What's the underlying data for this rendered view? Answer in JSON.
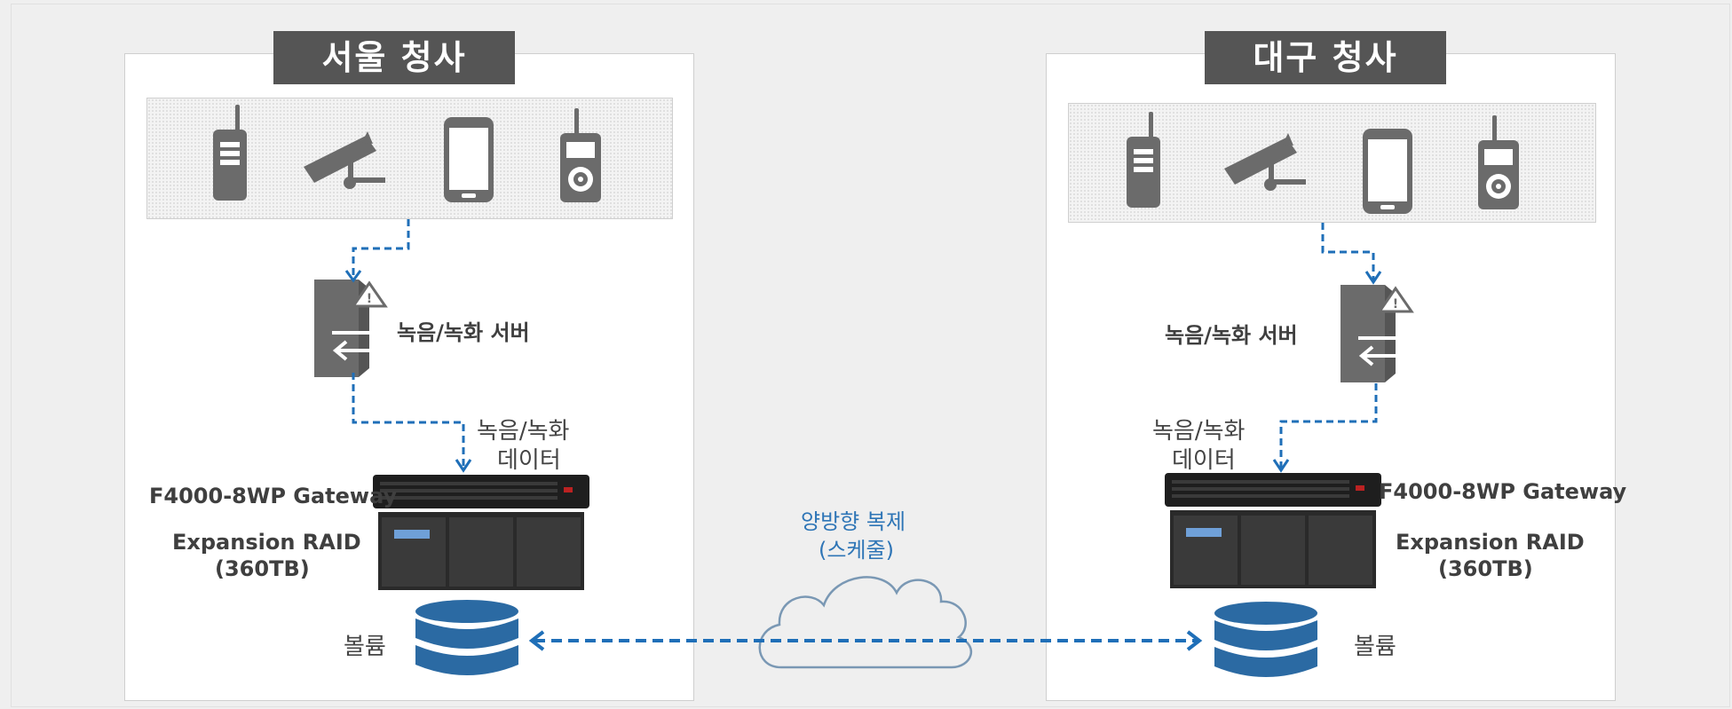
{
  "left_site": {
    "title": "서울 청사",
    "server_label": "녹음/녹화 서버",
    "data_label": [
      "녹음/녹화",
      "데이터"
    ],
    "gateway_label": "F4000-8WP  Gateway",
    "raid_label": [
      "Expansion RAID",
      "(360TB)"
    ],
    "volume_label": "볼륨"
  },
  "right_site": {
    "title": "대구 청사",
    "server_label": "녹음/녹화 서버",
    "data_label": [
      "녹음/녹화",
      "데이터"
    ],
    "gateway_label": "F4000-8WP  Gateway",
    "raid_label": [
      "Expansion RAID",
      "(360TB)"
    ],
    "volume_label": "볼륨"
  },
  "replication_label": [
    "양방향 복제",
    "(스케줄)"
  ],
  "icons": [
    "radio-icon",
    "cctv-camera-icon",
    "smartphone-icon",
    "portable-radio-icon",
    "recording-server-icon",
    "storage-appliance-icon",
    "database-volume-icon",
    "cloud-icon"
  ],
  "colors": {
    "title_bg": "#555555",
    "connector": "#1f6fb8",
    "icon_gray": "#6b6b6b",
    "volume_blue": "#2b6aa3"
  }
}
